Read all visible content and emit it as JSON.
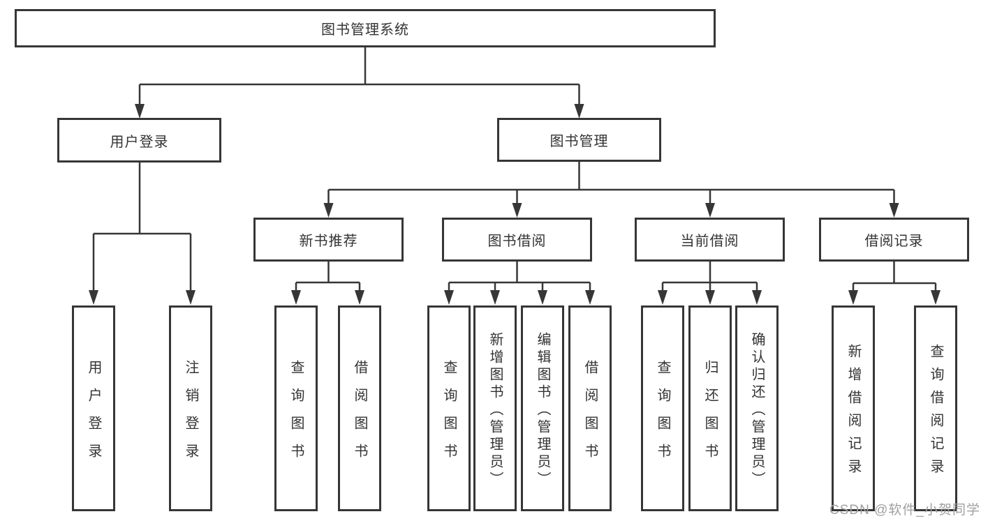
{
  "diagram": {
    "type": "tree",
    "watermark": "CSDN @软件_小贺同学",
    "colors": {
      "line": "#363636",
      "box_border": "#363636",
      "text": "#333333",
      "watermark_text": "#a0a0a0",
      "background": "#ffffff"
    },
    "root": {
      "label": "图书管理系统"
    },
    "level2": [
      {
        "label": "用户登录",
        "parent": "图书管理系统"
      },
      {
        "label": "图书管理",
        "parent": "图书管理系统"
      }
    ],
    "level3": [
      {
        "label": "新书推荐",
        "parent": "图书管理"
      },
      {
        "label": "图书借阅",
        "parent": "图书管理"
      },
      {
        "label": "当前借阅",
        "parent": "图书管理"
      },
      {
        "label": "借阅记录",
        "parent": "图书管理"
      }
    ],
    "leaves": [
      {
        "label": "用户登录",
        "parent": "用户登录"
      },
      {
        "label": "注销登录",
        "parent": "用户登录"
      },
      {
        "label": "查询图书",
        "parent": "新书推荐"
      },
      {
        "label": "借阅图书",
        "parent": "新书推荐"
      },
      {
        "label": "查询图书",
        "parent": "图书借阅"
      },
      {
        "label": "新增图书（管理员）",
        "parent": "图书借阅"
      },
      {
        "label": "编辑图书（管理员）",
        "parent": "图书借阅"
      },
      {
        "label": "借阅图书",
        "parent": "图书借阅"
      },
      {
        "label": "查询图书",
        "parent": "当前借阅"
      },
      {
        "label": "归还图书",
        "parent": "当前借阅"
      },
      {
        "label": "确认归还（管理员）",
        "parent": "当前借阅"
      },
      {
        "label": "新增借阅记录",
        "parent": "借阅记录"
      },
      {
        "label": "查询借阅记录",
        "parent": "借阅记录"
      }
    ]
  }
}
